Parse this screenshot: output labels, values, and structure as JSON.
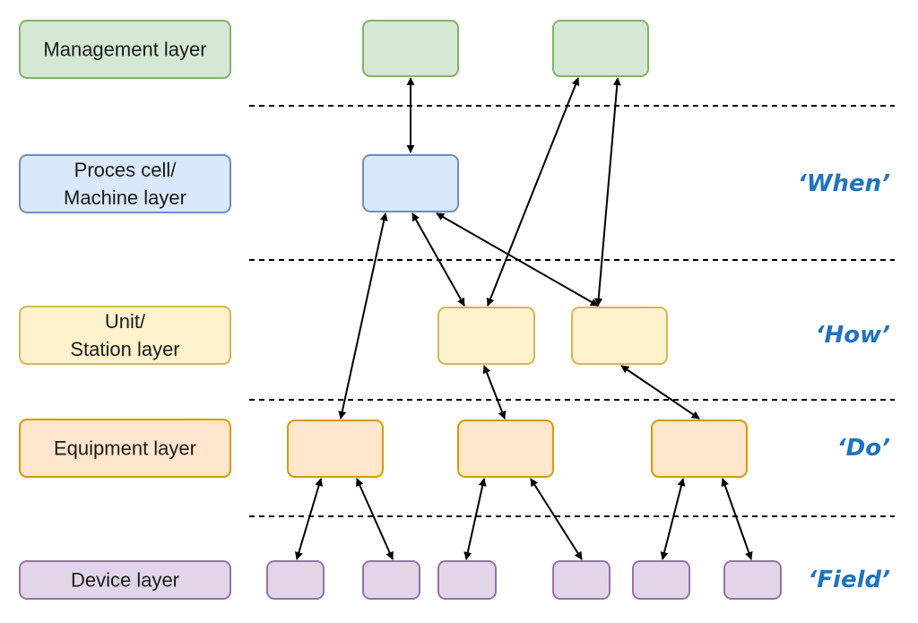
{
  "layers": [
    {
      "id": "management",
      "lines": [
        "Management layer"
      ],
      "fill": "#d5e8d4",
      "stroke": "#82b366"
    },
    {
      "id": "process",
      "lines": [
        "Proces cell/",
        "Machine layer"
      ],
      "fill": "#dae8fc",
      "stroke": "#6c8ebf"
    },
    {
      "id": "unit",
      "lines": [
        "Unit/",
        "Station layer"
      ],
      "fill": "#fff2cc",
      "stroke": "#d6b656"
    },
    {
      "id": "equipment",
      "lines": [
        "Equipment layer"
      ],
      "fill": "#ffe6cc",
      "stroke": "#d79b00"
    },
    {
      "id": "device",
      "lines": [
        "Device layer"
      ],
      "fill": "#e1d5e7",
      "stroke": "#9673a6"
    }
  ],
  "phases": [
    {
      "layer": "process",
      "text": "‘When’"
    },
    {
      "layer": "unit",
      "text": "‘How’"
    },
    {
      "layer": "equipment",
      "text": "‘Do’"
    },
    {
      "layer": "device",
      "text": "‘Field’"
    }
  ],
  "colors": {
    "phase_text": "#1f74bf",
    "arrow": "#000000",
    "separator": "#000000"
  },
  "edges": [
    [
      "mgmt-1",
      "proc-1"
    ],
    [
      "mgmt-2",
      "unit-1"
    ],
    [
      "mgmt-2",
      "unit-2"
    ],
    [
      "proc-1",
      "unit-1"
    ],
    [
      "proc-1",
      "unit-2"
    ],
    [
      "proc-1",
      "equip-1"
    ],
    [
      "unit-1",
      "equip-2"
    ],
    [
      "unit-2",
      "equip-3"
    ],
    [
      "equip-1",
      "dev-1"
    ],
    [
      "equip-1",
      "dev-2"
    ],
    [
      "equip-2",
      "dev-3"
    ],
    [
      "equip-2",
      "dev-4"
    ],
    [
      "equip-3",
      "dev-5"
    ],
    [
      "equip-3",
      "dev-6"
    ]
  ]
}
